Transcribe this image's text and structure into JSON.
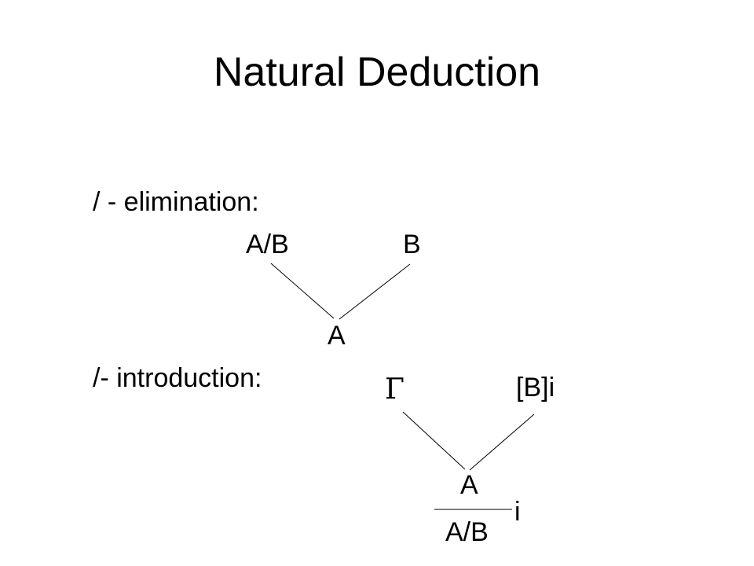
{
  "slide": {
    "title": "Natural Deduction"
  },
  "elimination": {
    "label": "/ - elimination:",
    "premise_left": "A/B",
    "premise_right": "B",
    "conclusion": "A"
  },
  "introduction": {
    "label": "/- introduction:",
    "premise_left": "Γ",
    "premise_right": "[B]i",
    "conclusion": "A",
    "rule_index": "i",
    "result": "A/B"
  },
  "colors": {
    "background": "#ffffff",
    "text": "#000000",
    "line": "#000000"
  }
}
